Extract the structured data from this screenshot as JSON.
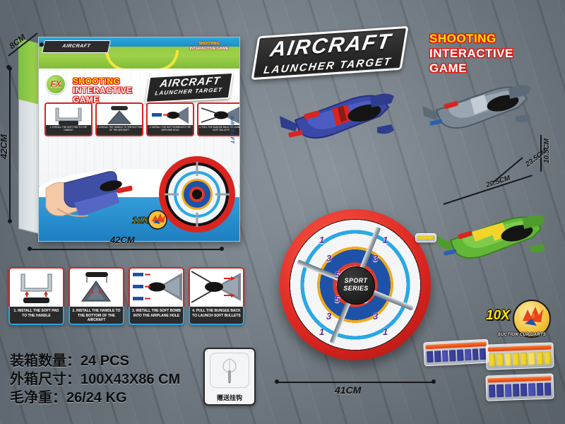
{
  "product": {
    "logo_line1": "AIRCRAFT",
    "logo_line2": "LAUNCHER TARGET",
    "shout_line1": "SHOOTING",
    "shout_line2": "INTERACTIVE",
    "shout_line3": "GAME",
    "center_label_line1": "SPORT",
    "center_label_line2": "SERIES",
    "brand_mark": "FX"
  },
  "badge": {
    "count": "10X",
    "caption": "SUCTION CUP DARTS"
  },
  "dimensions": {
    "box_depth": "8CM",
    "box_height": "42CM",
    "box_width": "42CM",
    "target_diameter": "41CM",
    "plane_height": "10.5CM",
    "plane_length": "23.5CM",
    "plane_width": "20.5CM"
  },
  "steps": [
    {
      "num": "1",
      "caption": "1. INSTALL THE SOFT PAD TO THE HANDLE"
    },
    {
      "num": "2",
      "caption": "2. INSTALL THE HANDLE TO THE BOTTOM OF THE AIRCRAFT"
    },
    {
      "num": "3",
      "caption": "3. INSTALL THE SOFT BOMB INTO THE AIRPLANE HOLE"
    },
    {
      "num": "4",
      "caption": "4. PULL THE BUNGEE BACK TO LAUNCH SOFT BULLETS"
    }
  ],
  "spec": {
    "qty_label": "装箱数量：",
    "qty_value": "24 PCS",
    "carton_label": "外箱尺寸：",
    "carton_value": "100X43X86 CM",
    "weight_label": "毛净重：",
    "weight_value": "26/24 KG"
  },
  "hook": {
    "caption": "赠送挂钩"
  },
  "target_numbers": [
    "1",
    "3",
    "5",
    "5",
    "3",
    "1",
    "1",
    "3",
    "5",
    "5",
    "3",
    "1"
  ],
  "colors": {
    "red": "#d9241f",
    "blue": "#1d52a8",
    "yellow": "#ffe400",
    "green": "#8cc63f",
    "sky": "#2aa8e4",
    "dark": "#2a2a2a"
  }
}
